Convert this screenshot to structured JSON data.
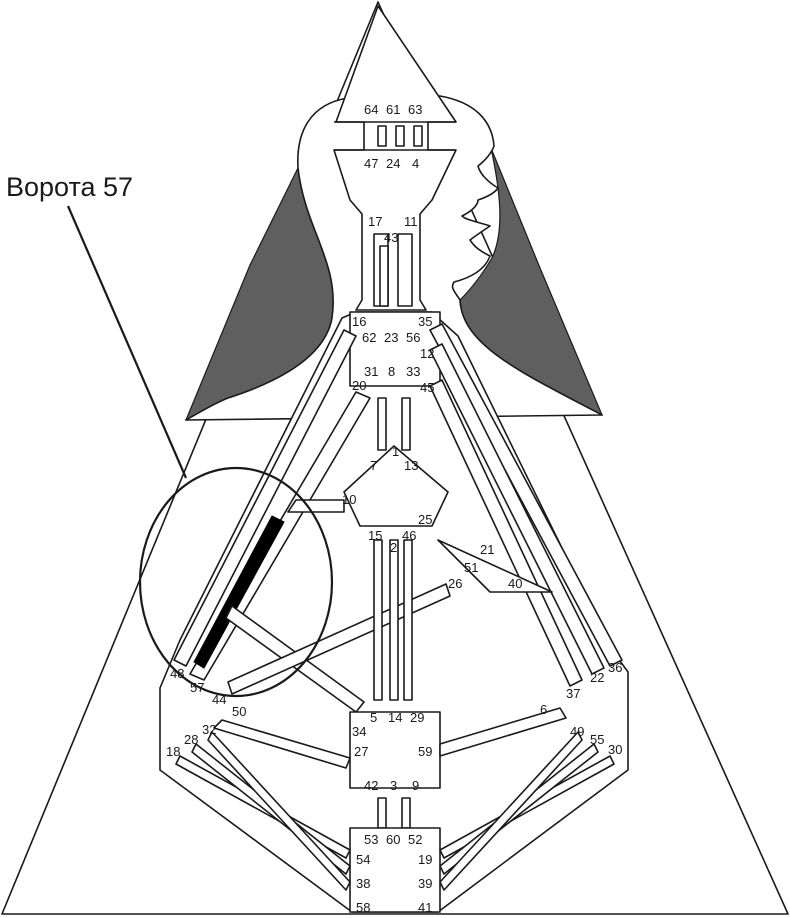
{
  "callout": {
    "label": "Ворота 57",
    "gate": "57"
  },
  "gates": {
    "g64": "64",
    "g61": "61",
    "g63": "63",
    "g47": "47",
    "g24": "24",
    "g4": "4",
    "g17": "17",
    "g43": "43",
    "g11": "11",
    "g16": "16",
    "g62": "62",
    "g23": "23",
    "g56": "56",
    "g35": "35",
    "g12": "12",
    "g45": "45",
    "g20": "20",
    "g31": "31",
    "g8": "8",
    "g33": "33",
    "g7": "7",
    "g1": "1",
    "g13": "13",
    "g10": "10",
    "g25": "25",
    "g15": "15",
    "g2": "2",
    "g46": "46",
    "g21": "21",
    "g51": "51",
    "g26": "26",
    "g40": "40",
    "g48": "48",
    "g57": "57",
    "g44": "44",
    "g50": "50",
    "g36": "36",
    "g22": "22",
    "g37": "37",
    "g6": "6",
    "g32": "32",
    "g28": "28",
    "g18": "18",
    "g34": "34",
    "g5": "5",
    "g14": "14",
    "g29": "29",
    "g27": "27",
    "g59": "59",
    "g49": "49",
    "g55": "55",
    "g30": "30",
    "g42": "42",
    "g3": "3",
    "g9": "9",
    "g53": "53",
    "g60": "60",
    "g52": "52",
    "g54": "54",
    "g19": "19",
    "g38": "38",
    "g39": "39",
    "g58": "58",
    "g41": "41"
  },
  "colors": {
    "line": "#1a1a1a",
    "hair": "#5f5f5f",
    "background": "#ffffff",
    "highlight": "#000000"
  }
}
